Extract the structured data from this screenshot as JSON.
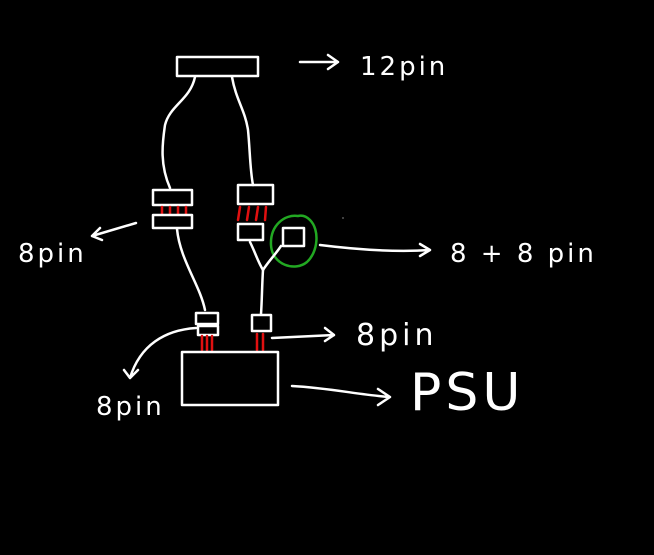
{
  "labels": {
    "twelve_pin": "12pin",
    "eight_pin_left": "8pin",
    "eight_plus_eight": "8 + 8 pin",
    "eight_pin_right": "8pin",
    "eight_pin_bottom": "8pin",
    "psu": "PSU"
  },
  "colors": {
    "background": "#000000",
    "lines": "#ffffff",
    "pins": "#e01010",
    "highlight": "#22a822"
  }
}
